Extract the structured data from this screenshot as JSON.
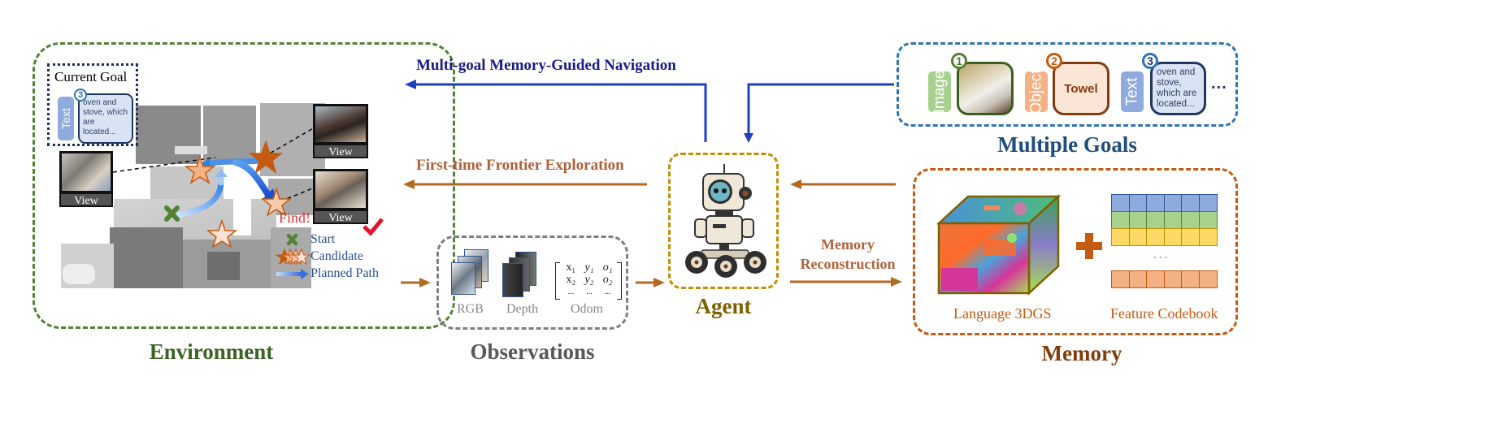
{
  "colors": {
    "environment": "#548235",
    "observations": "#808080",
    "agent": "#bf9000",
    "agent_title": "#7f6000",
    "memory": "#c55a11",
    "memory_title": "#843c0c",
    "goals_box": "#2e75b6",
    "goals_title": "#1f4e79",
    "nav_arrow": "#1f3fbf",
    "nav_label": "#1a1a8c",
    "explore_arrow": "#b26a22",
    "explore_label": "#b0613a",
    "find_red": "#e8303b",
    "legend_blue": "#2d4e8f"
  },
  "environment": {
    "title": "Environment",
    "current_goal": {
      "title": "Current Goal",
      "tag": "Text",
      "badge": "3",
      "text": "oven and stove, which are located..."
    },
    "views": [
      {
        "label": "View"
      },
      {
        "label": "View"
      },
      {
        "label": "View"
      }
    ],
    "find_label": "Find!",
    "legend": [
      {
        "icon": "green-x-icon",
        "label": "Start"
      },
      {
        "icon": "star-icon",
        "label": "Candidate"
      },
      {
        "icon": "blue-arrow-icon",
        "label": "Planned Path"
      }
    ]
  },
  "flows": {
    "navigation": "Multi-goal Memory-Guided Navigation",
    "exploration": "First-time Frontier Exploration",
    "memory_reconstruction_line1": "Memory",
    "memory_reconstruction_line2": "Reconstruction"
  },
  "observations": {
    "title": "Observations",
    "items": [
      {
        "label": "RGB"
      },
      {
        "label": "Depth"
      },
      {
        "label": "Odom"
      }
    ],
    "odom_matrix": [
      [
        "x₁",
        "y₁",
        "o₁"
      ],
      [
        "x₂",
        "y₂",
        "o₂"
      ],
      [
        "...",
        "...",
        "..."
      ]
    ]
  },
  "agent": {
    "title": "Agent"
  },
  "goals": {
    "title": "Multiple Goals",
    "items": [
      {
        "tag": "Image",
        "badge": "1",
        "content": "bedroom-photo"
      },
      {
        "tag": "Object",
        "badge": "2",
        "content": "Towel"
      },
      {
        "tag": "Text",
        "badge": "3",
        "content": "oven and stove, which are located..."
      }
    ],
    "ellipsis": "..."
  },
  "memory": {
    "title": "Memory",
    "components": [
      {
        "label": "Language 3DGS"
      },
      {
        "label": "Feature Codebook"
      }
    ],
    "plus": "+",
    "codebook_rows": [
      {
        "fill": "#8faadc",
        "border": "#2f5597"
      },
      {
        "fill": "#a9d18e",
        "border": "#548235"
      },
      {
        "fill": "#ffd966",
        "border": "#bf9000"
      },
      {
        "fill": "#f4b183",
        "border": "#c55a11"
      }
    ],
    "codebook_ellipsis": "..."
  }
}
